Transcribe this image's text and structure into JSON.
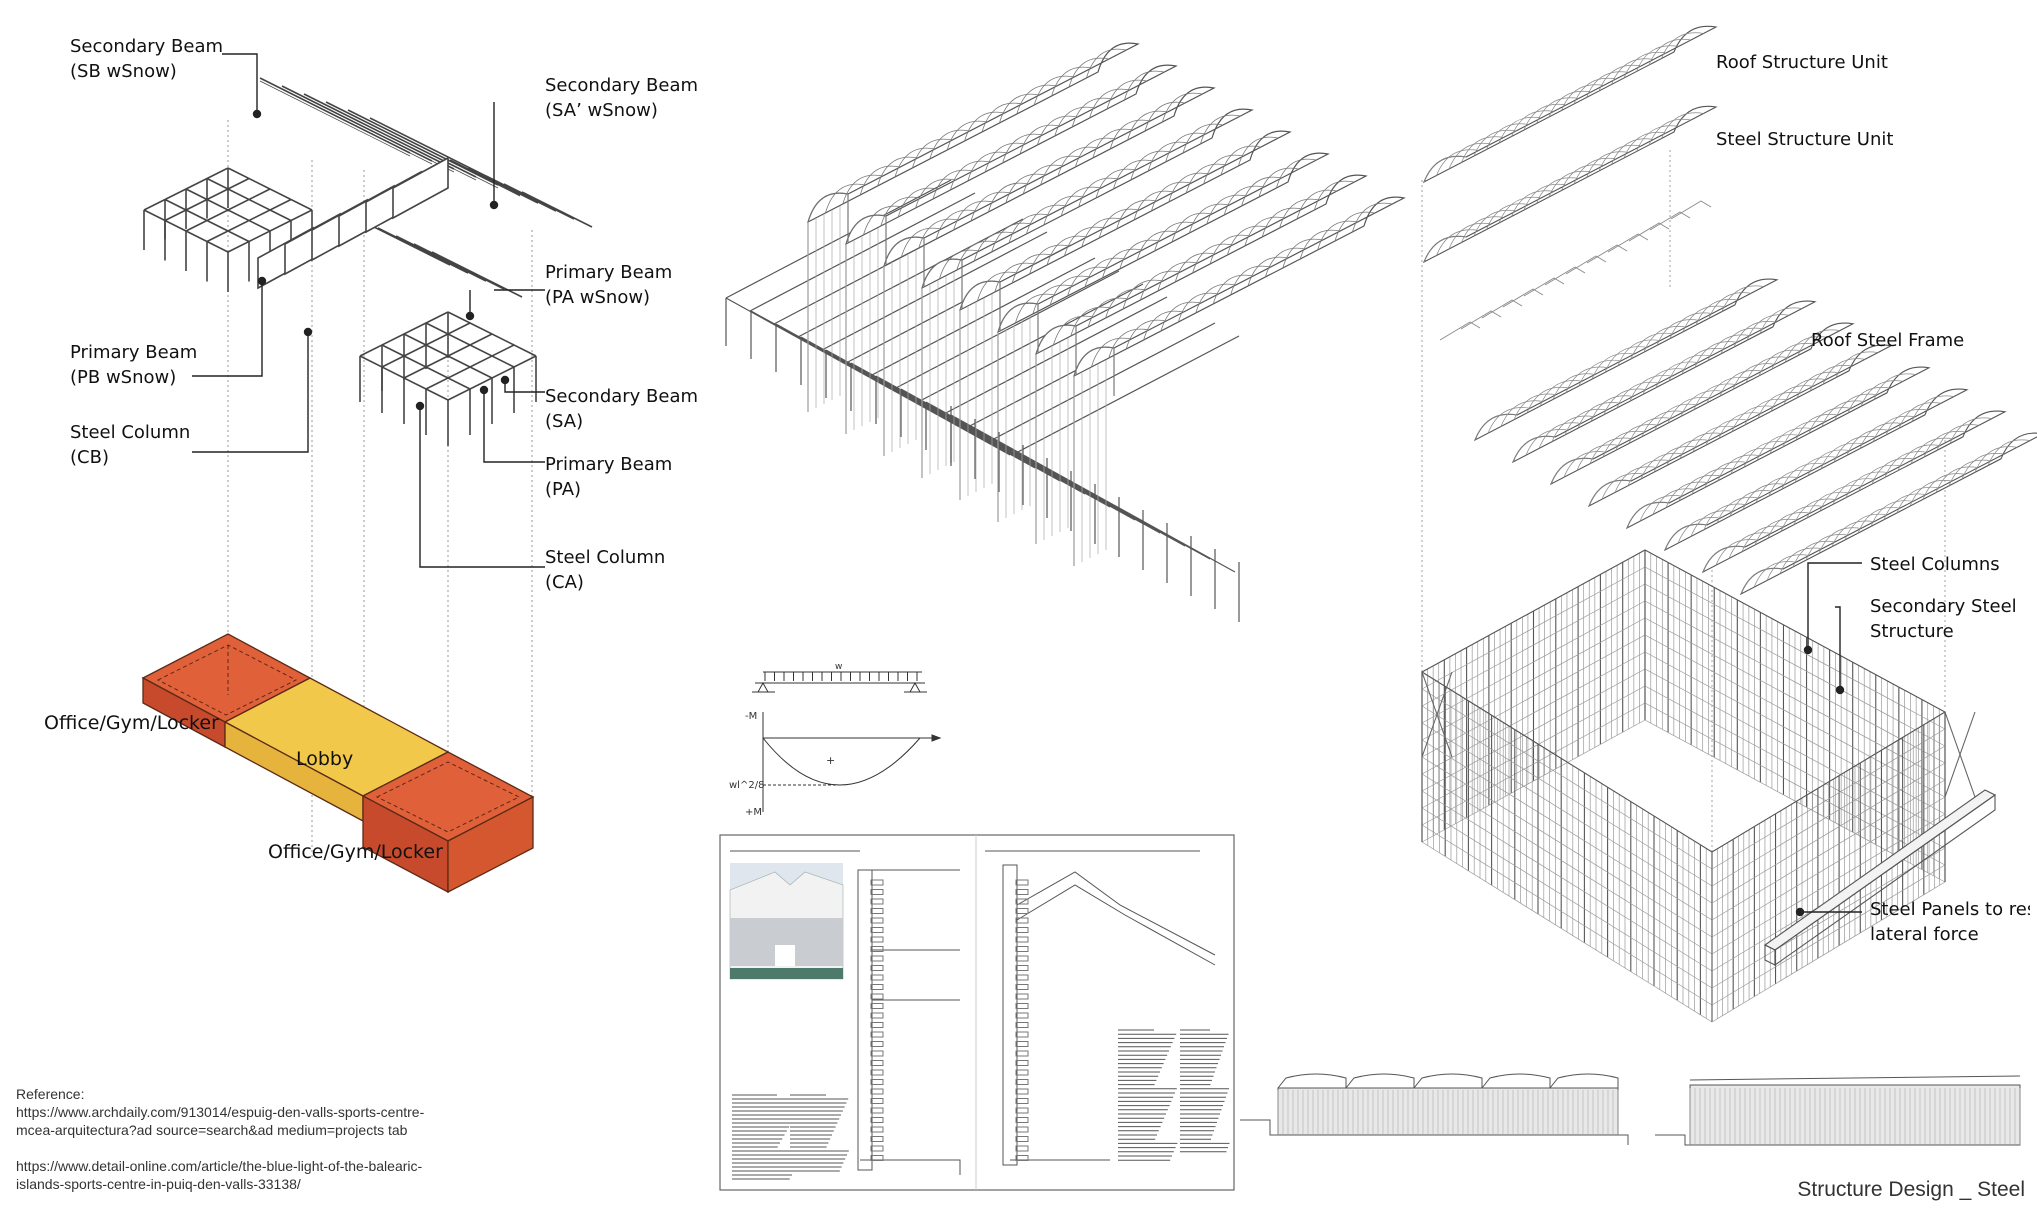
{
  "diagram_left": {
    "labels": {
      "sb_wsnow": [
        "Secondary Beam",
        "(SB wSnow)"
      ],
      "sa_prime_wsnow": [
        "Secondary Beam",
        "(SA’ wSnow)"
      ],
      "pa_wsnow": [
        "Primary Beam",
        "(PA wSnow)"
      ],
      "pb_wsnow": [
        "Primary Beam",
        "(PB wSnow)"
      ],
      "cb": [
        "Steel Column",
        "(CB)"
      ],
      "sa": [
        "Secondary Beam",
        "(SA)"
      ],
      "pa": [
        "Primary Beam",
        "(PA)"
      ],
      "ca": [
        "Steel Column",
        "(CA)"
      ]
    },
    "program": {
      "office_1": "Office/Gym/Locker",
      "lobby": "Lobby",
      "office_2": "Office/Gym/Locker",
      "colors": {
        "office": "#e0603a",
        "lobby": "#f2c84b"
      }
    }
  },
  "beam_diagram": {
    "load_label": "w",
    "axis_top": "-M",
    "axis_bottom": "+M",
    "moment_label": "wl^2/8",
    "sign": "+"
  },
  "diagram_right": {
    "labels": {
      "roof_unit": "Roof Structure Unit",
      "steel_unit": "Steel Structure Unit",
      "roof_frame": "Roof Steel Frame",
      "columns": "Steel Columns",
      "secondary": [
        "Secondary Steel",
        "Structure"
      ],
      "panels": [
        "Steel Panels to resis",
        "lateral force"
      ]
    }
  },
  "reference": {
    "heading": "Reference:",
    "link1": [
      "https://www.archdaily.com/913014/espuig-den-valls-sports-centre-",
      "mcea-arquitectura?ad source=search&ad medium=projects tab"
    ],
    "link2": [
      "https://www.detail-online.com/article/the-blue-light-of-the-balearic-",
      "islands-sports-centre-in-puiq-den-valls-33138/"
    ]
  },
  "footer": "Structure Design _ Steel"
}
